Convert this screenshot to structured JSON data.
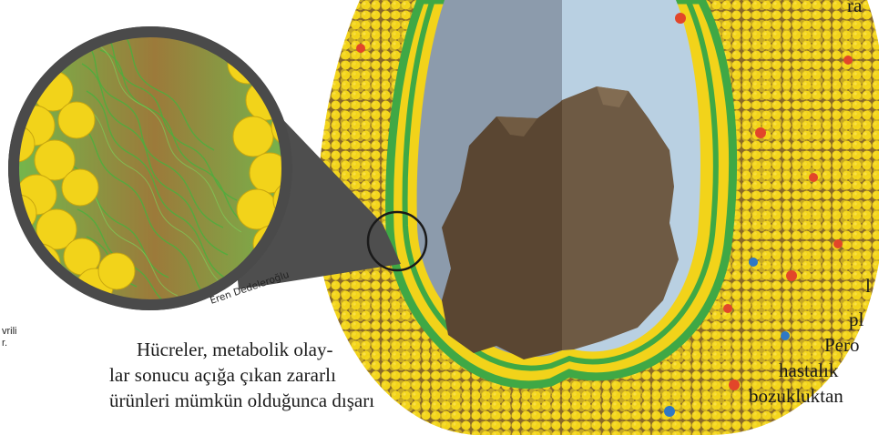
{
  "illustration": {
    "credit": "Eren Dedeleroğlu",
    "colors": {
      "lipid_head": "#f2d31a",
      "lipid_tail": "#55b848",
      "membrane_ring": "#3fa845",
      "inner_left": "#8c9bac",
      "inner_right": "#b9d0e2",
      "crystal_dark": "#5a4632",
      "crystal_light": "#6e5a44",
      "magnifier_rim": "#555555",
      "marker_red": "#e2462a",
      "marker_blue": "#2f78c4"
    }
  },
  "caption": {
    "lines": [
      "vrili",
      "r."
    ]
  },
  "body_left": {
    "lines": [
      "Hücreler, metabolik olay-",
      "lar sonucu açığa çıkan zararlı",
      "ürünleri mümkün olduğunca dışarı"
    ]
  },
  "body_right": {
    "lines": [
      "ra",
      "l",
      "pl",
      "Pero",
      "hastalık",
      "bozukluktan"
    ]
  }
}
